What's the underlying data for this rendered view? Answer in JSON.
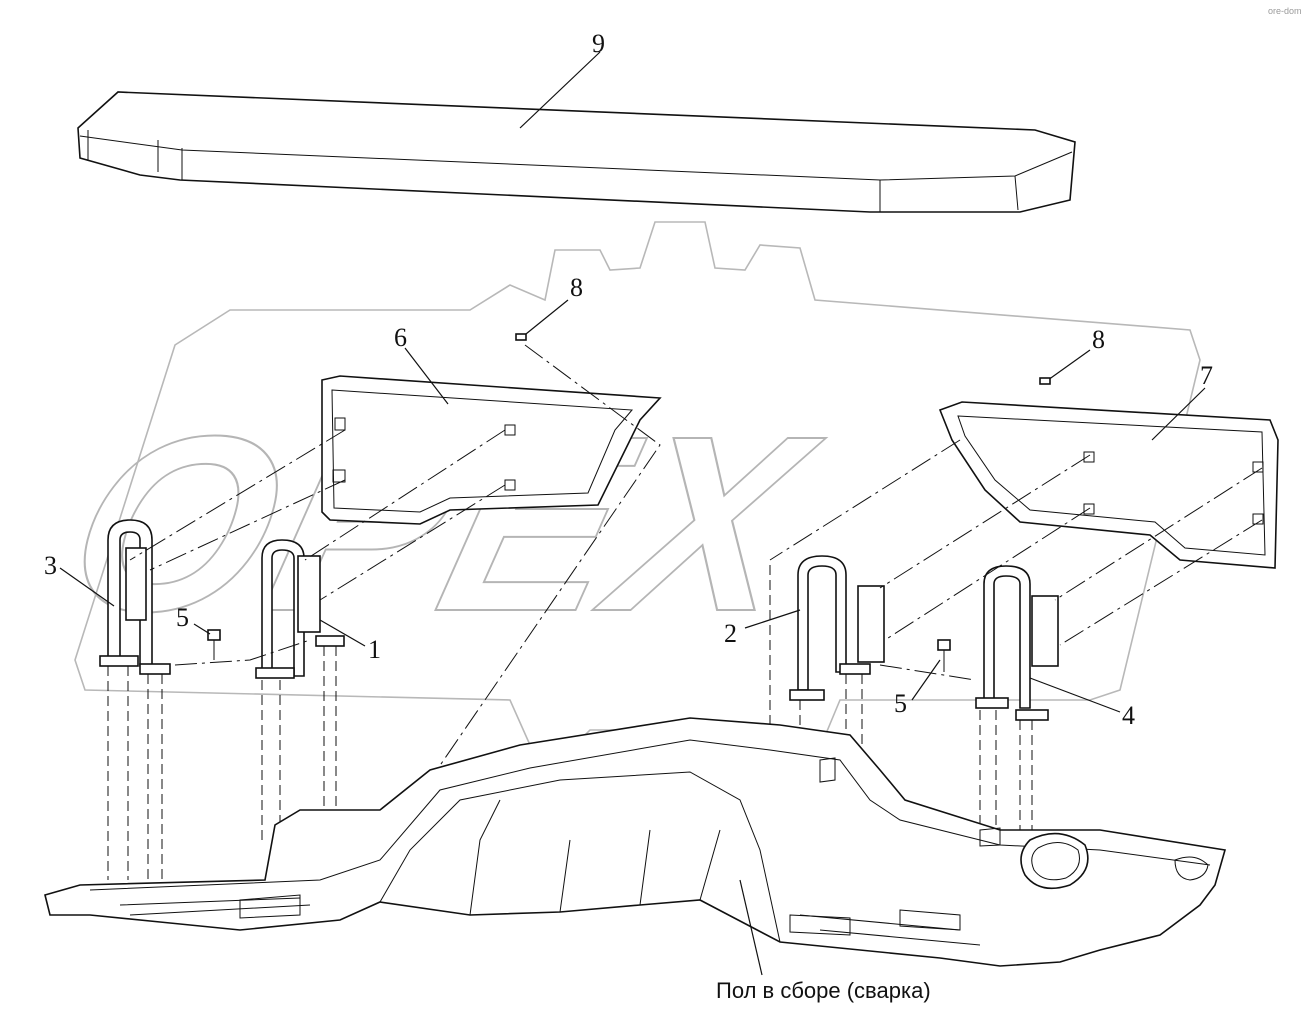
{
  "watermark": "ОРЕХ",
  "corner_watermark": "ore-dom",
  "caption": "Пол в сборе (сварка)",
  "callouts": {
    "c9": "9",
    "c8a": "8",
    "c8b": "8",
    "c6": "6",
    "c7": "7",
    "c3": "3",
    "c5a": "5",
    "c5b": "5",
    "c1": "1",
    "c2": "2",
    "c4": "4"
  }
}
